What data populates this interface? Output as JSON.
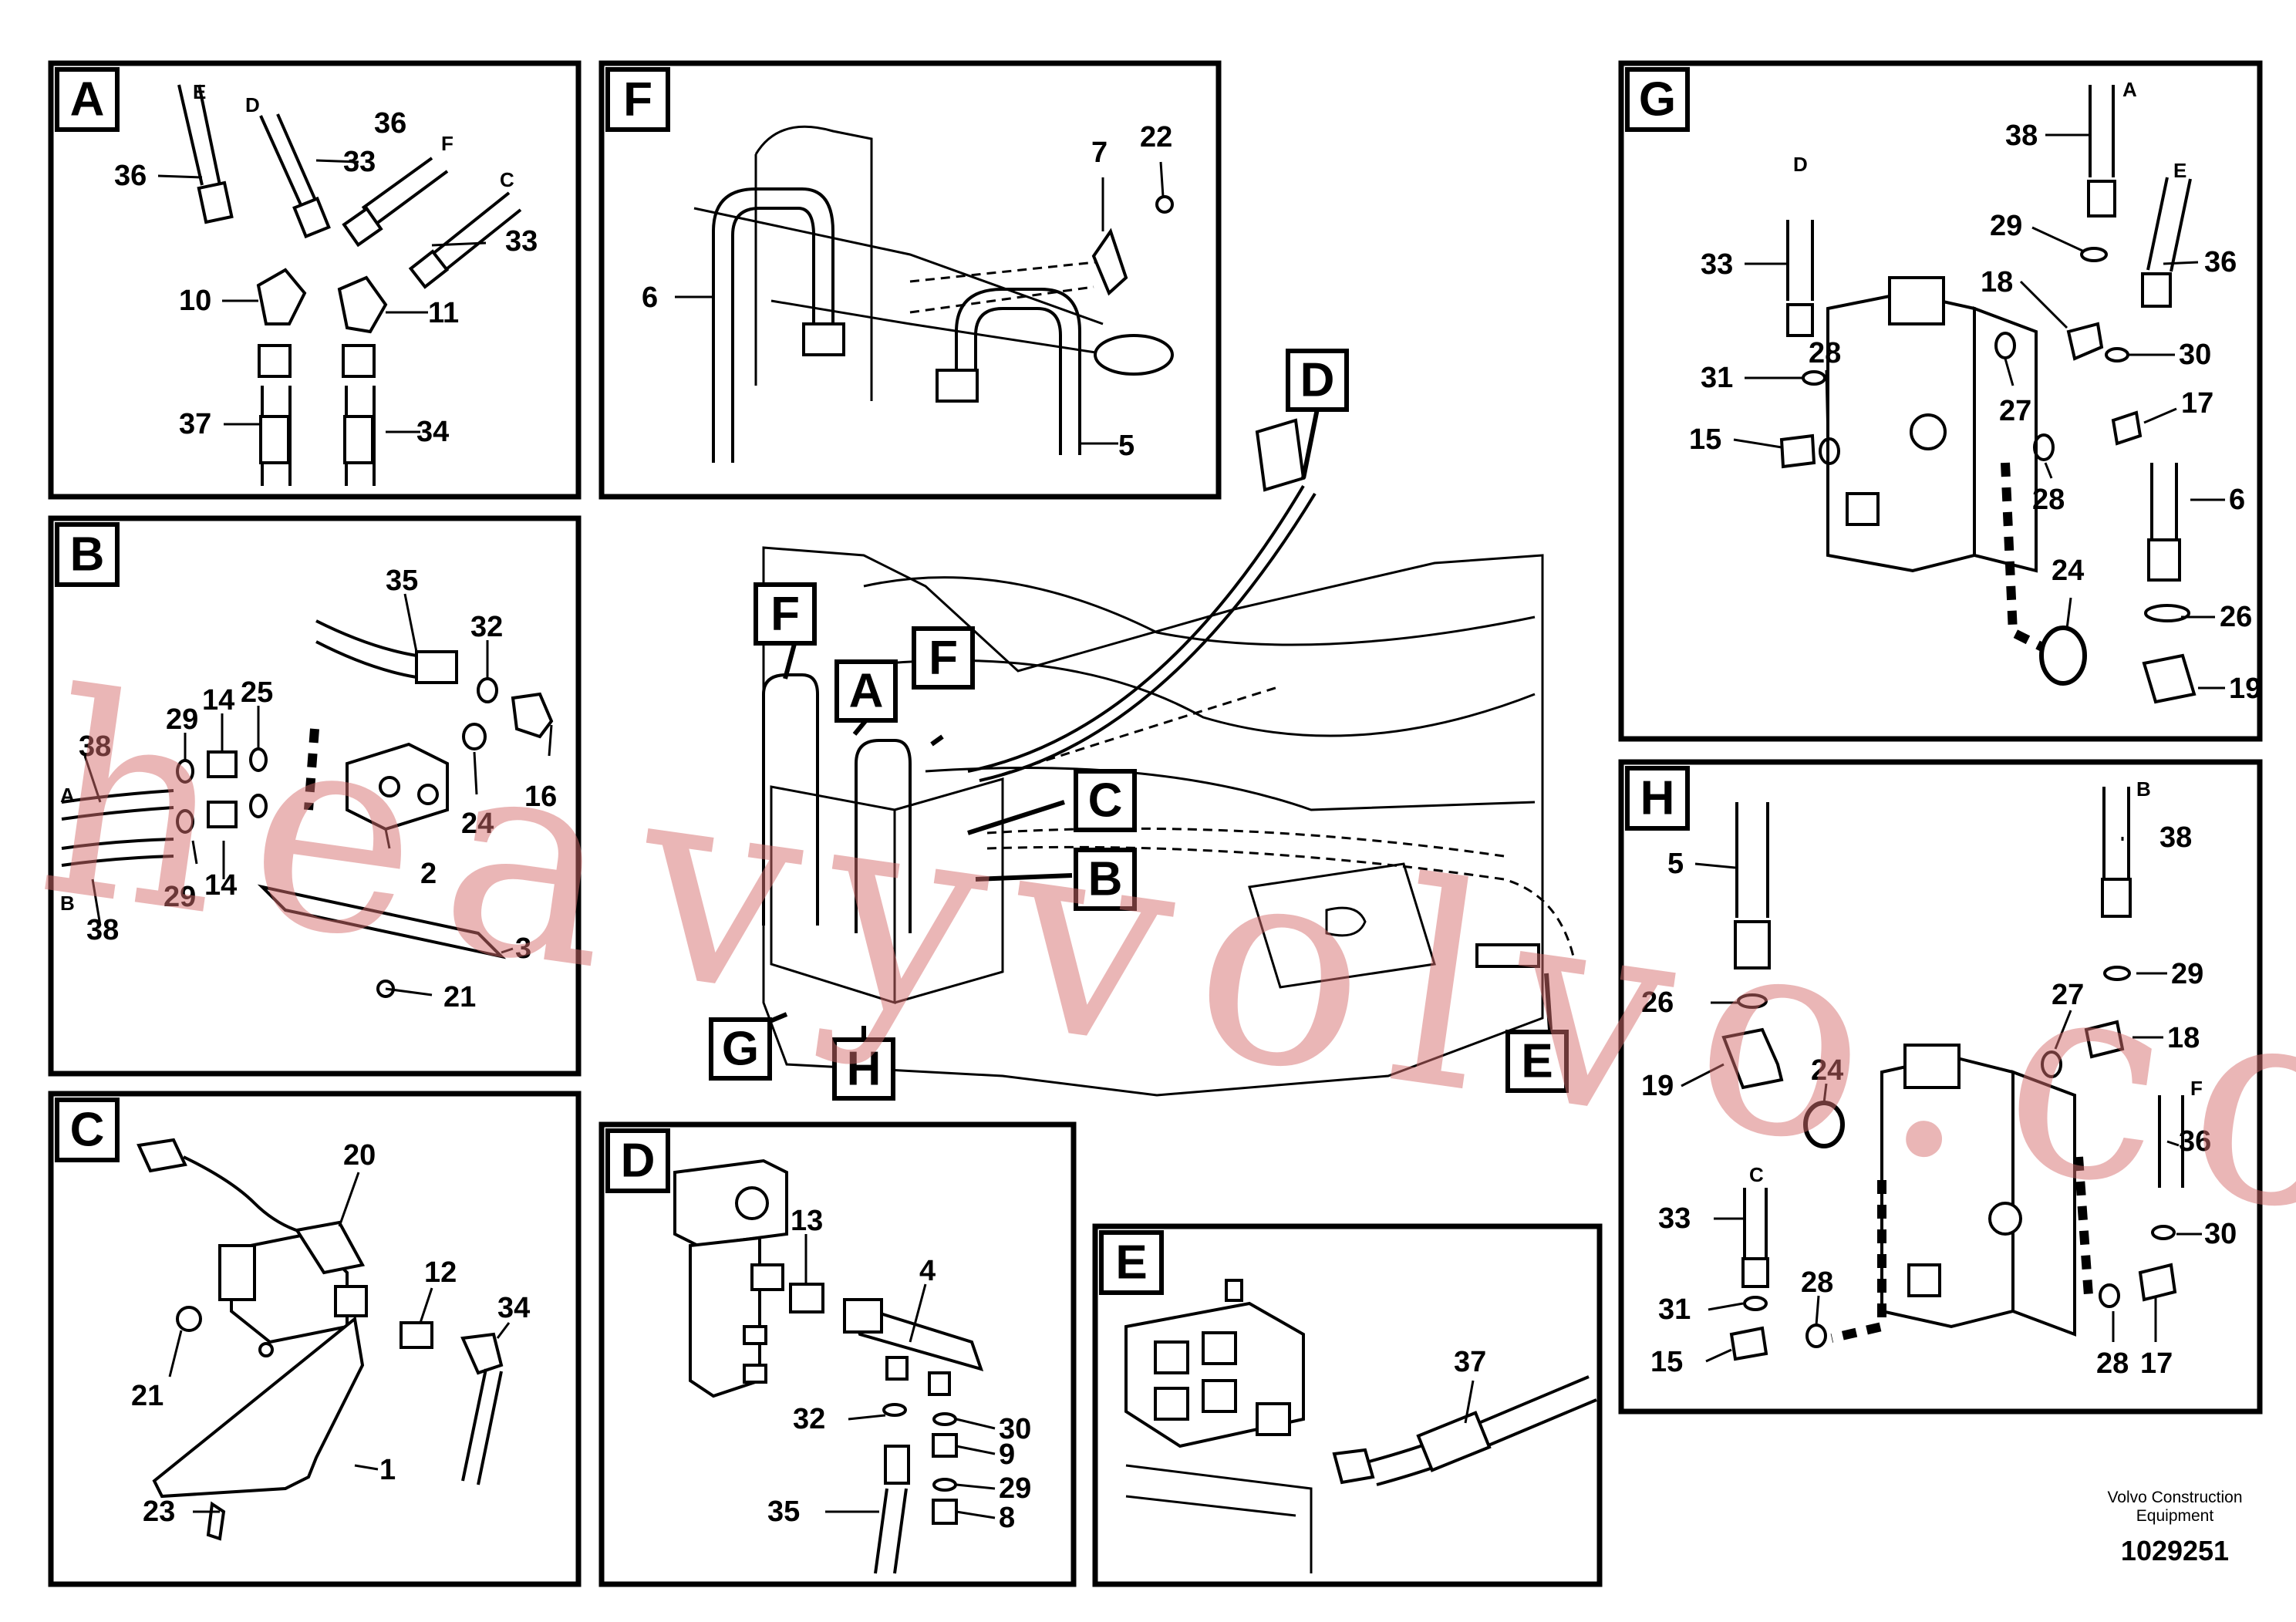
{
  "panels": {
    "A": {
      "letter": "A",
      "callouts": [
        "36",
        "33",
        "36",
        "33",
        "10",
        "11",
        "37",
        "34"
      ],
      "ends": [
        "E",
        "D",
        "F",
        "C"
      ]
    },
    "F": {
      "letter": "F",
      "callouts": [
        "7",
        "22",
        "6",
        "5"
      ]
    },
    "G": {
      "letter": "G",
      "callouts": [
        "38",
        "29",
        "18",
        "36",
        "30",
        "33",
        "31",
        "28",
        "15",
        "27",
        "17",
        "28",
        "6",
        "24",
        "26",
        "19"
      ],
      "ends": [
        "A",
        "D",
        "E"
      ]
    },
    "B": {
      "letter": "B",
      "callouts": [
        "35",
        "32",
        "29",
        "14",
        "25",
        "38",
        "16",
        "24",
        "2",
        "14",
        "29",
        "38",
        "3",
        "21"
      ],
      "ends": [
        "A",
        "B"
      ]
    },
    "H": {
      "letter": "H",
      "callouts": [
        "5",
        "38",
        "29",
        "27",
        "26",
        "18",
        "24",
        "19",
        "36",
        "33",
        "30",
        "28",
        "31",
        "15",
        "28",
        "17"
      ],
      "ends": [
        "B",
        "F",
        "C"
      ]
    },
    "C": {
      "letter": "C",
      "callouts": [
        "20",
        "12",
        "34",
        "21",
        "1",
        "23"
      ]
    },
    "D": {
      "letter": "D",
      "callouts": [
        "13",
        "4",
        "32",
        "30",
        "9",
        "29",
        "35",
        "8"
      ]
    },
    "E": {
      "letter": "E",
      "callouts": [
        "37"
      ]
    }
  },
  "overview_tags": {
    "d": "D",
    "f1": "F",
    "a": "A",
    "f2": "F",
    "c": "C",
    "b": "B",
    "g": "G",
    "h": "H",
    "e": "E"
  },
  "watermark": "heavyvolvo.com",
  "credit": {
    "line1": "Volvo Construction",
    "line2": "Equipment",
    "doc_number": "1029251"
  }
}
